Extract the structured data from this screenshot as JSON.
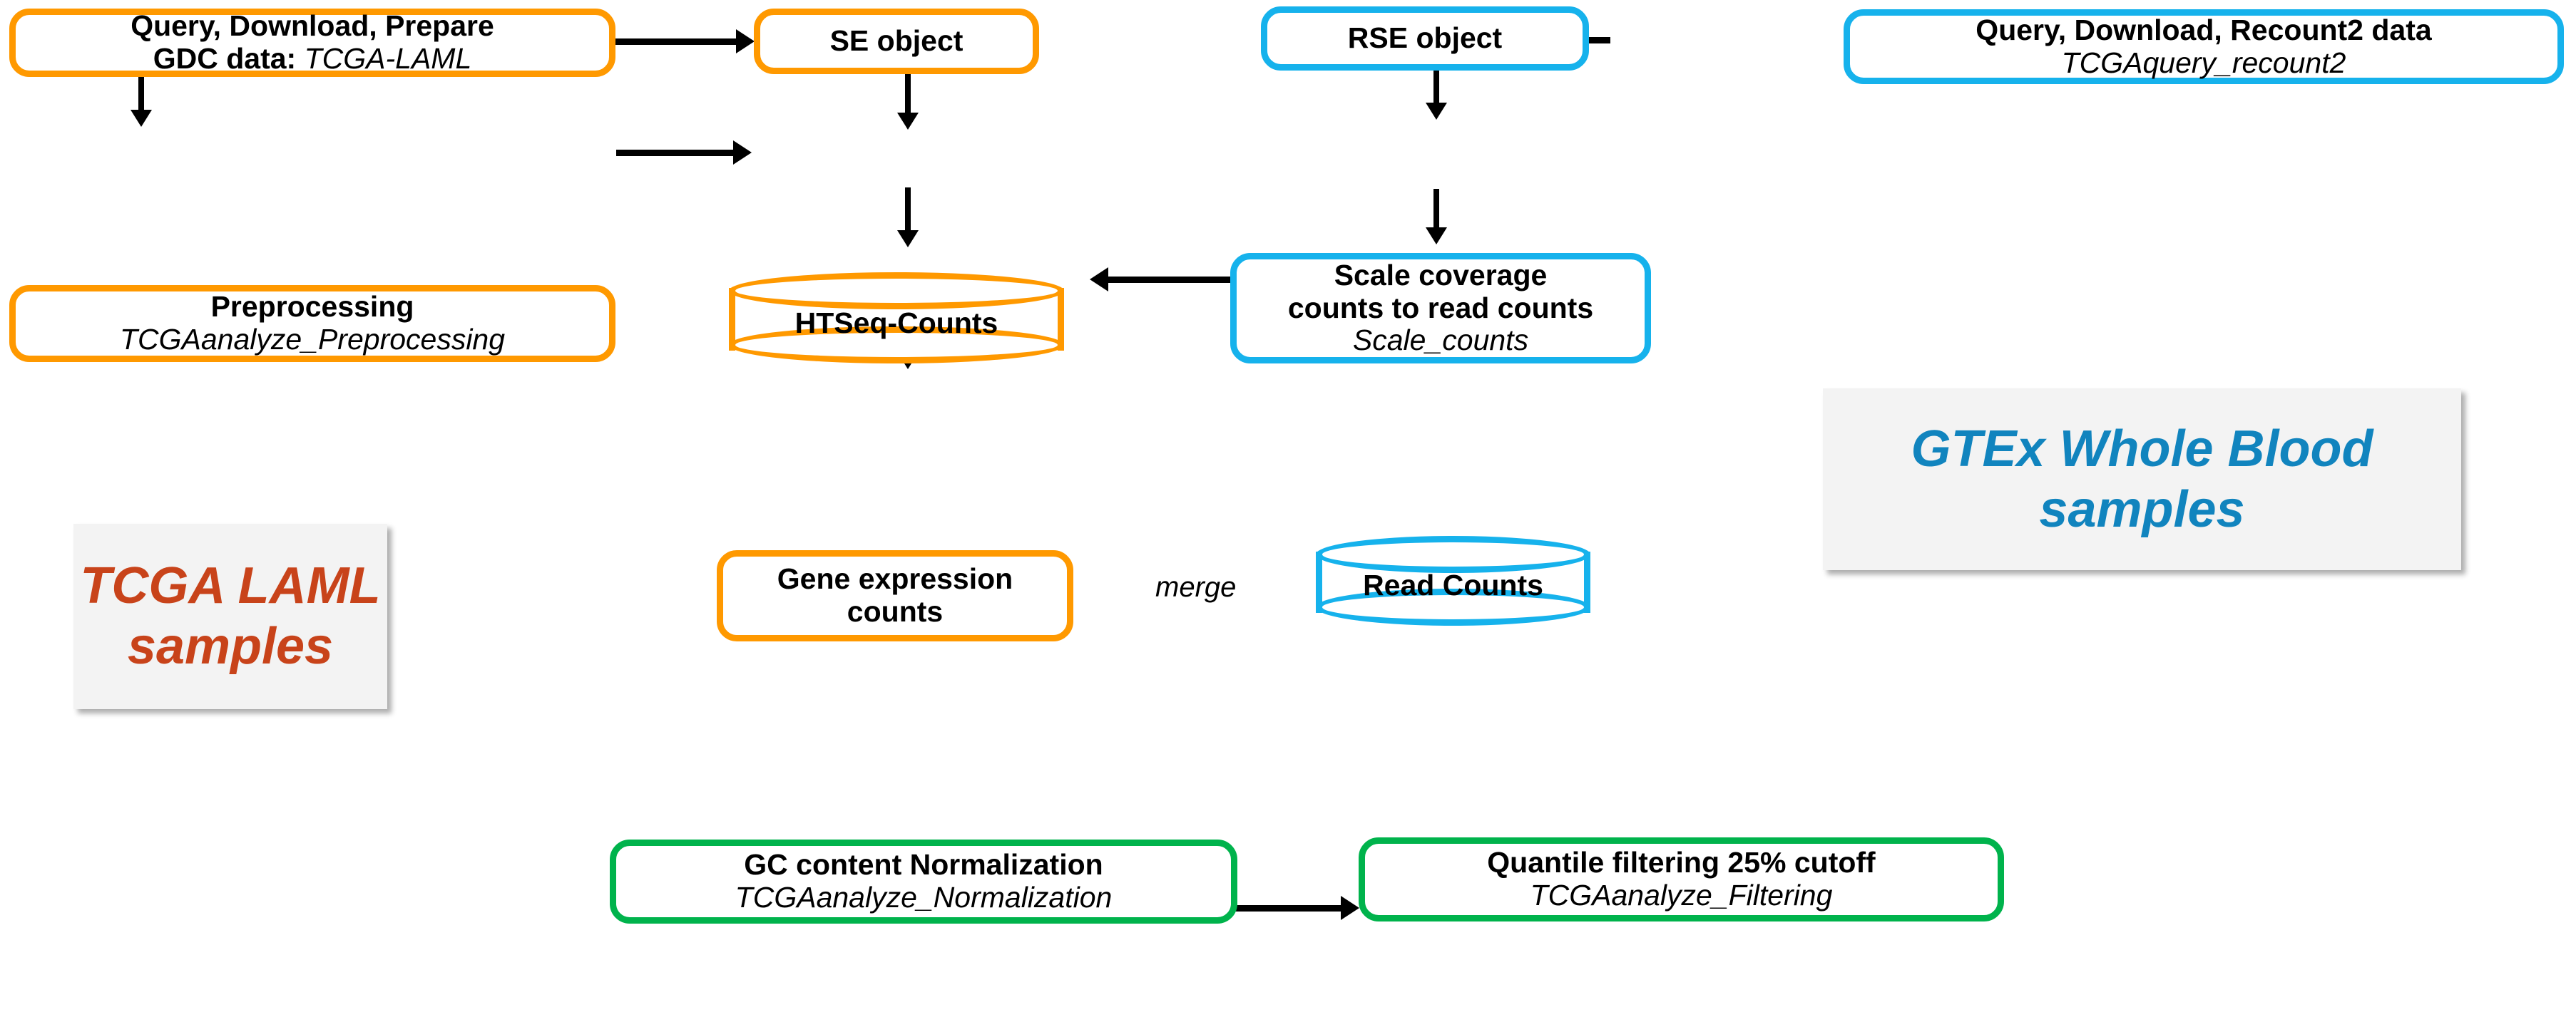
{
  "diagram": {
    "title": "TCGA LAML and GTEx Whole Blood harmonization workflow",
    "colors": {
      "orange": "#FF9900",
      "blue": "#16B2EC",
      "green": "#00B34C",
      "tcga_label": "#C8431A",
      "gtex_label": "#1184BE",
      "arrow": "#000000",
      "plaque_bg": "#F3F3F3"
    }
  },
  "nodes": {
    "query_gdc": {
      "title": "Query, Download, Prepare",
      "line2_label": "GDC data:",
      "line2_function": "TCGA-LAML",
      "color": "orange",
      "shape": "rounded-box"
    },
    "se_object": {
      "title": "SE object",
      "color": "orange",
      "shape": "rounded-box"
    },
    "rse_object": {
      "title": "RSE object",
      "color": "blue",
      "shape": "rounded-box"
    },
    "query_recount2": {
      "title": "Query, Download, Recount2 data",
      "function": "TCGAquery_recount2",
      "color": "blue",
      "shape": "rounded-box"
    },
    "preprocessing": {
      "title": "Preprocessing",
      "function": "TCGAanalyze_Preprocessing",
      "color": "orange",
      "shape": "rounded-box"
    },
    "htseq_counts": {
      "title": "HTSeq-Counts",
      "color": "orange",
      "shape": "cylinder"
    },
    "scale_coverage": {
      "title_line1": "Scale coverage",
      "title_line2": "counts to read counts",
      "function": "Scale_counts",
      "color": "blue",
      "shape": "rounded-box"
    },
    "gene_expression": {
      "title_line1": "Gene expression",
      "title_line2": "counts",
      "color": "orange",
      "shape": "rounded-box"
    },
    "read_counts": {
      "title": "Read Counts",
      "color": "blue",
      "shape": "cylinder"
    },
    "gc_normalization": {
      "title": "GC content Normalization",
      "function": "TCGAanalyze_Normalization",
      "color": "green",
      "shape": "rounded-box"
    },
    "quantile_filtering": {
      "title": "Quantile filtering 25% cutoff",
      "function": "TCGAanalyze_Filtering",
      "color": "green",
      "shape": "rounded-box"
    }
  },
  "group_labels": {
    "tcga": {
      "line1": "TCGA LAML",
      "line2": "samples"
    },
    "gtex": {
      "line1": "GTEx Whole Blood",
      "line2": "samples"
    }
  },
  "edge_labels": {
    "merge": "merge"
  }
}
